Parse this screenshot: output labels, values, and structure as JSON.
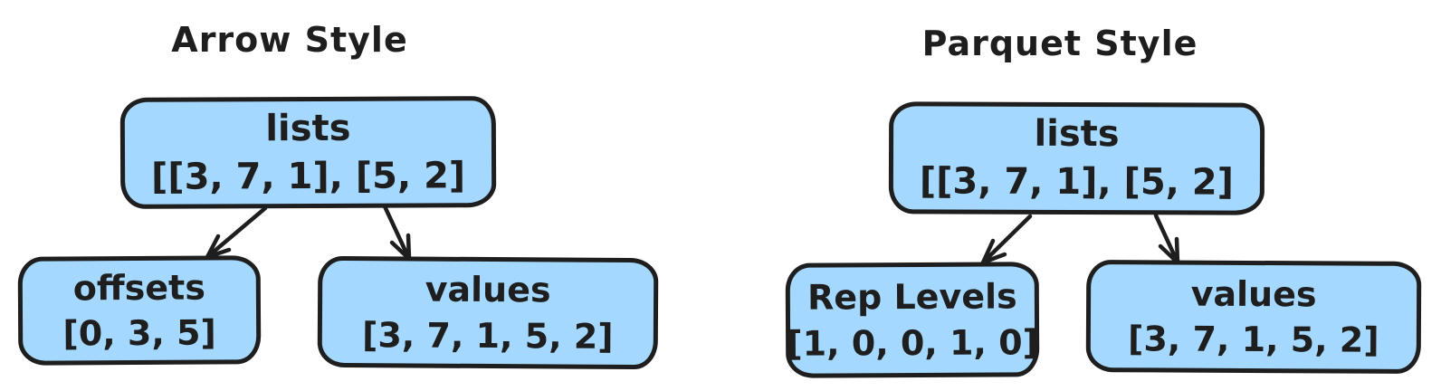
{
  "colors": {
    "background": "#ffffff",
    "node_fill": "#a5d8ff",
    "stroke": "#1e1e1e",
    "text": "#1e1e1e"
  },
  "diagrams": [
    {
      "title": "Arrow Style",
      "root": {
        "label": "lists",
        "value": "[[3, 7, 1], [5, 2]"
      },
      "children": [
        {
          "label": "offsets",
          "value": "[0, 3, 5]"
        },
        {
          "label": "values",
          "value": "[3, 7, 1, 5, 2]"
        }
      ]
    },
    {
      "title": "Parquet Style",
      "root": {
        "label": "lists",
        "value": "[[3, 7, 1], [5, 2]"
      },
      "children": [
        {
          "label": "Rep Levels",
          "value": "[1, 0, 0, 1, 0]"
        },
        {
          "label": "values",
          "value": "[3, 7, 1, 5, 2]"
        }
      ]
    }
  ]
}
